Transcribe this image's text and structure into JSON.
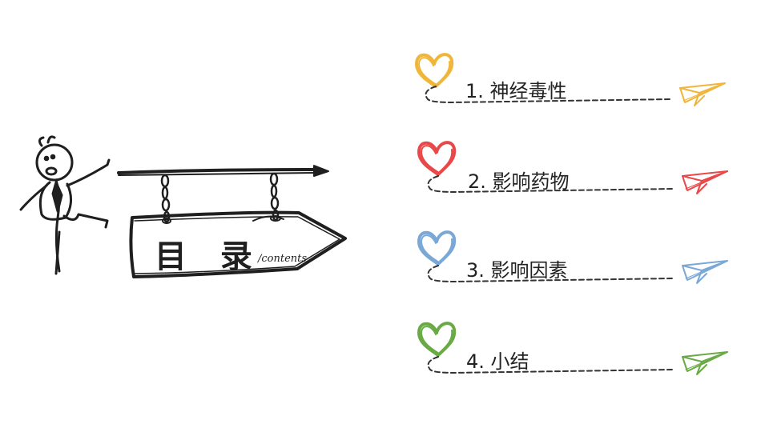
{
  "sign": {
    "title": "目 录",
    "subtitle": "/contents"
  },
  "menu": {
    "items": [
      {
        "label": "1. 神经毒性",
        "color": "#f0b63a"
      },
      {
        "label": "2. 影响药物",
        "color": "#e84848"
      },
      {
        "label": "3. 影响因素",
        "color": "#7aa8d6"
      },
      {
        "label": "4. 小结",
        "color": "#6aaa45"
      }
    ]
  },
  "icons": {
    "figure": "stick-figure-icon",
    "sign": "wooden-sign-icon",
    "heart": "heart-icon",
    "plane": "paper-plane-icon"
  }
}
